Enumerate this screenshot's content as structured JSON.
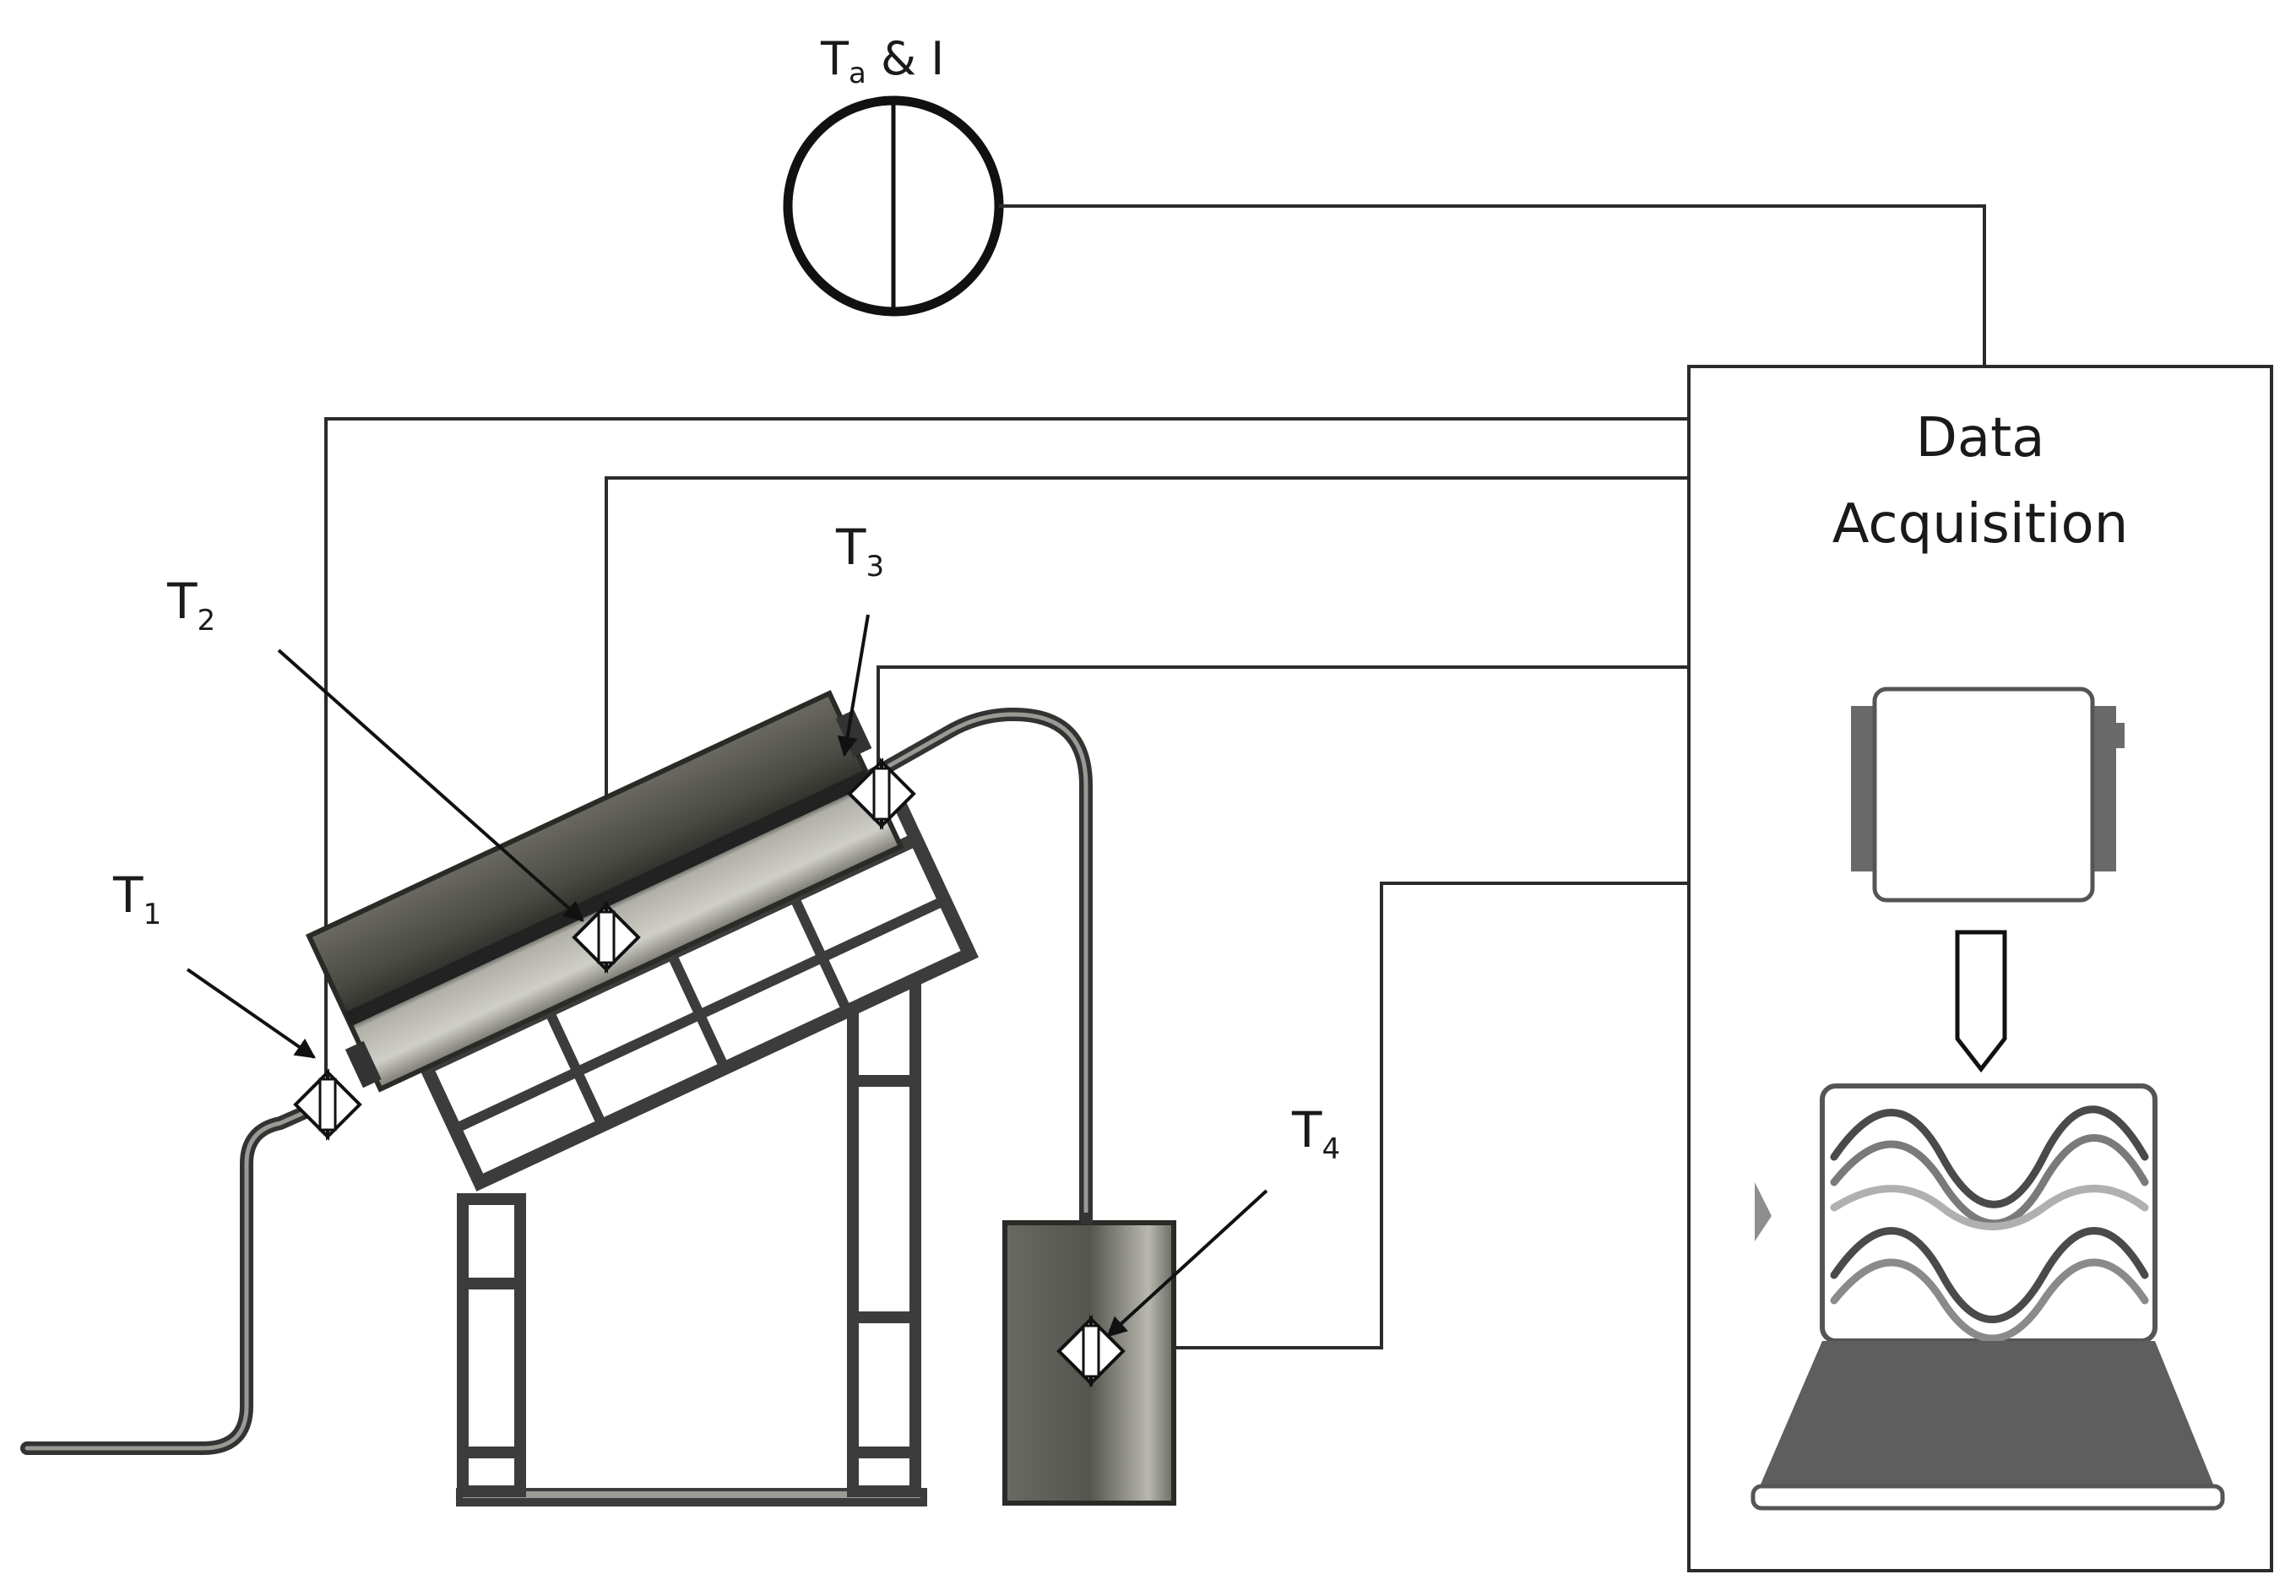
{
  "meter": {
    "label_main": "T",
    "label_sub": "a",
    "label_rest": " & I"
  },
  "daq": {
    "line1": "Data",
    "line2": "Acquisition"
  },
  "sensors": [
    {
      "id": "T1",
      "main": "T",
      "sub": "1"
    },
    {
      "id": "T2",
      "main": "T",
      "sub": "2"
    },
    {
      "id": "T3",
      "main": "T",
      "sub": "3"
    },
    {
      "id": "T4",
      "main": "T",
      "sub": "4"
    }
  ],
  "colors": {
    "line": "#2b2b2b",
    "collector_dark": "#4a4a44",
    "collector_light": "#a8a8a0",
    "frame": "#3c3c3c",
    "tank": "#5a5a54",
    "laptop": "#5e5e5e"
  }
}
